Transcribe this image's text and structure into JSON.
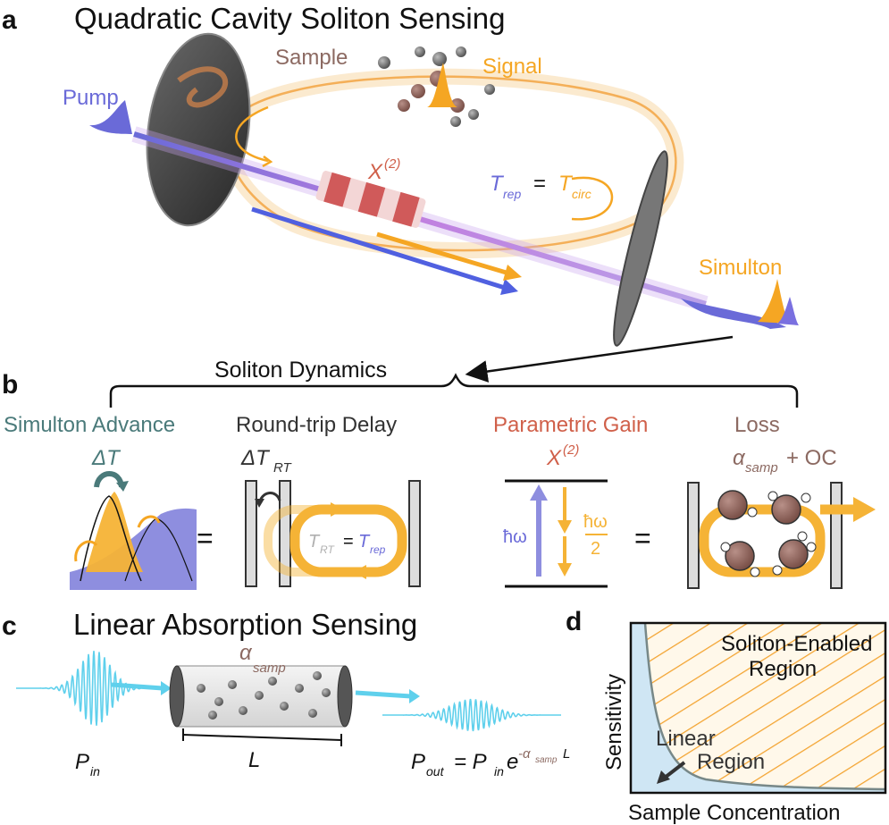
{
  "panel_a": {
    "letter": "a",
    "title": "Quadratic Cavity Soliton Sensing",
    "pump": "Pump",
    "sample": "Sample",
    "signal": "Signal",
    "chi2": "X",
    "chi2_sup": "(2)",
    "trep_T": "T",
    "trep_sub": "rep",
    "equals": "=",
    "tcirc_T": "T",
    "tcirc_sub": "circ",
    "simulton": "Simulton"
  },
  "panel_b": {
    "letter": "b",
    "heading": "Soliton Dynamics",
    "advance_title": "Simulton Advance",
    "advance_sym": "ΔT",
    "delay_title": "Round-trip Delay",
    "delay_sym": "ΔT",
    "delay_sub": "RT",
    "gain_title": "Parametric Gain",
    "gain_sym": "X",
    "gain_sup": "(2)",
    "loss_title": "Loss",
    "loss_alpha": "α",
    "loss_sub": "samp",
    "loss_rest": "+ OC",
    "eq1": "=",
    "eq2": "=",
    "trt_T": "T",
    "trt_sub": "RT",
    "trt_eq": "=",
    "trep_T": "T",
    "trep_sub": "rep",
    "hw": "ħω",
    "hw_half_num": "ħω",
    "hw_half_den": "2"
  },
  "panel_c": {
    "letter": "c",
    "title": "Linear Absorption Sensing",
    "alpha": "α",
    "alpha_sub": "samp",
    "length": "L",
    "pin_P": "P",
    "pin_sub": "in",
    "pout_P": "P",
    "pout_sub": "out",
    "pout_eq": "= P",
    "pout_in": "in",
    "pout_e": "e",
    "pout_exp": "-α",
    "pout_exp_sub": "samp",
    "pout_exp_L": "L"
  },
  "panel_d": {
    "letter": "d",
    "ylabel": "Sensitivity",
    "xlabel": "Sample Concentration",
    "soliton_region_1": "Soliton-Enabled",
    "soliton_region_2": "Region",
    "linear_region_1": "Linear",
    "linear_region_2": "Region"
  },
  "colors": {
    "pump": "#6a6ad8",
    "signal": "#f5a623",
    "teal": "#4a7a7a",
    "gain_red": "#d0604a",
    "loss_brown": "#8c6a62",
    "cyan": "#5fd0ec",
    "linear_fill": "#cfe6f4",
    "soliton_hatch": "#f3a32f"
  },
  "icons": [
    "cavity-mirror-icon",
    "molecule-icon",
    "crystal-icon",
    "pulse-icon",
    "arrow-icon"
  ]
}
